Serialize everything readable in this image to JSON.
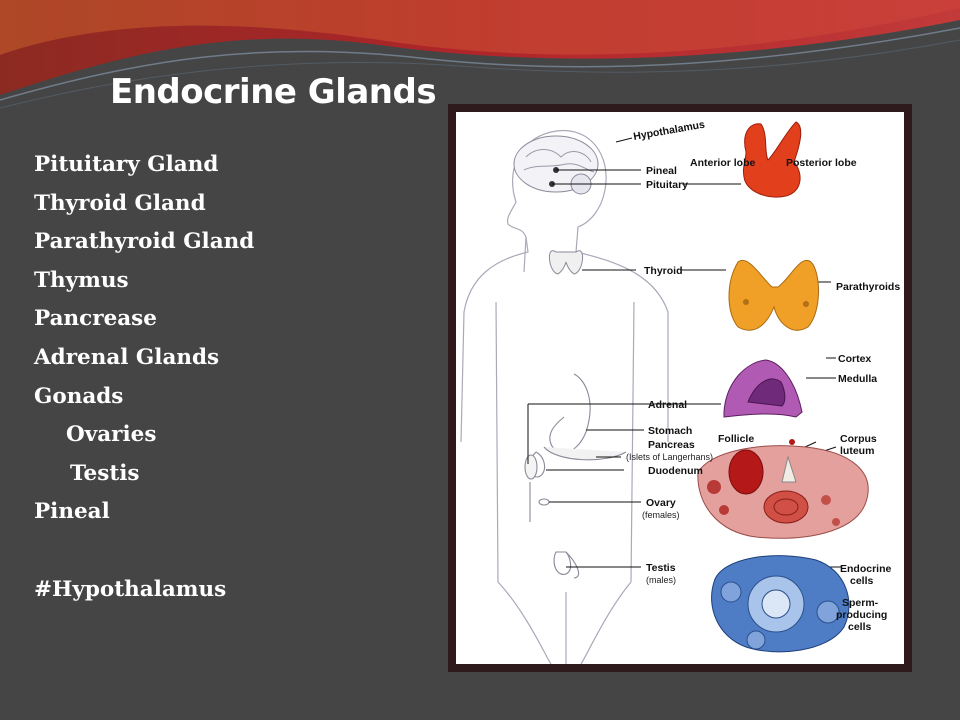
{
  "slide": {
    "title": "Endocrine Glands",
    "list_items": [
      "Pituitary Gland",
      "Thyroid Gland",
      "Parathyroid Gland",
      "Thymus",
      "Pancrease",
      "Adrenal Glands",
      "Gonads",
      "Ovaries",
      "Testis",
      "Pineal",
      "",
      "#Hypothalamus"
    ],
    "colors": {
      "background": "#454545",
      "banner_red": "#b0252a",
      "text": "#ffffff",
      "frame": "#2e1a1c"
    }
  },
  "figure": {
    "labels": {
      "hypothalamus": "Hypothalamus",
      "pineal": "Pineal",
      "pituitary": "Pituitary",
      "anterior_lobe": "Anterior lobe",
      "posterior_lobe": "Posterior lobe",
      "thyroid": "Thyroid",
      "parathyroids": "Parathyroids",
      "cortex": "Cortex",
      "medulla": "Medulla",
      "adrenal": "Adrenal",
      "stomach": "Stomach",
      "pancreas": "Pancreas",
      "islets": "(Islets of Langerhans)",
      "duodenum": "Duodenum",
      "follicle": "Follicle",
      "corpus": "Corpus",
      "luteum": "luteum",
      "ovary": "Ovary",
      "females": "(females)",
      "testis": "Testis",
      "males": "(males)",
      "endocrine": "Endocrine",
      "cells1": "cells",
      "sperm": "Sperm-",
      "producing": "producing",
      "cells2": "cells"
    }
  }
}
